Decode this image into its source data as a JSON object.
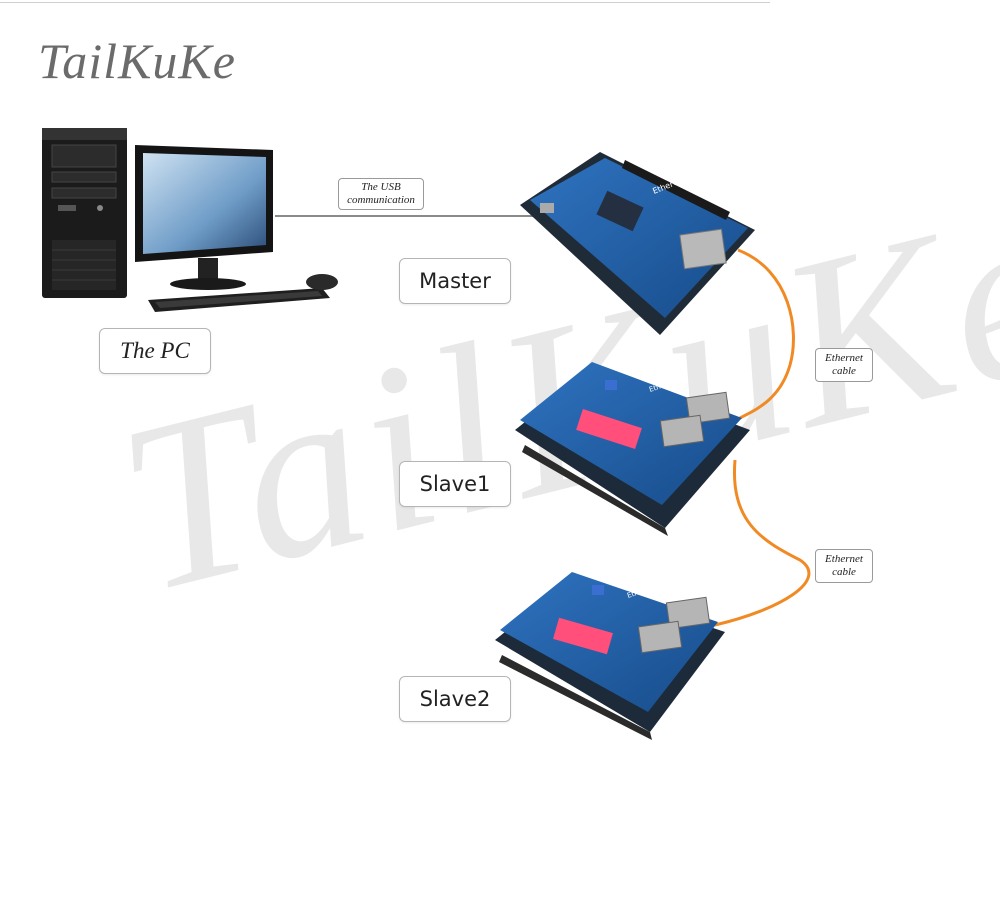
{
  "brand": {
    "logo_text": "TailKuKe",
    "watermark_text": "TailKuKe"
  },
  "nodes": {
    "pc": {
      "label": "The PC"
    },
    "master": {
      "label": "Master",
      "board_text": "EtherCAT-M"
    },
    "slave1": {
      "label": "Slave1",
      "board_text": "EtherCAT-S"
    },
    "slave2": {
      "label": "Slave2",
      "board_text": "EtherCAT-S"
    }
  },
  "connections": {
    "usb": {
      "label_line1": "The USB",
      "label_line2": "communication"
    },
    "ethernet1": {
      "label_line1": "Ethernet",
      "label_line2": "cable"
    },
    "ethernet2": {
      "label_line1": "Ethernet",
      "label_line2": "cable"
    }
  },
  "colors": {
    "ethernet_cable": "#f08a24",
    "usb_cable": "#8a8a8a",
    "board_blue": "#1f5fa8",
    "board_dark": "#1c2a3a",
    "dip_switch": "#ff4f7a"
  }
}
